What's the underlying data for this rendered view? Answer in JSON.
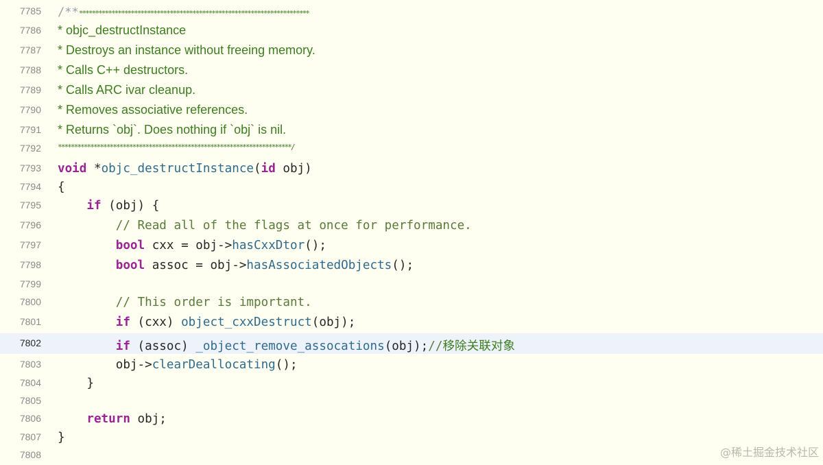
{
  "editor": {
    "current_line": "7802",
    "watermark": "@稀土掘金技术社区",
    "lines": [
      {
        "no": "7785",
        "parts": [
          [
            "slash-gray",
            "/**"
          ],
          [
            "stars",
            "***********************************************************************"
          ]
        ]
      },
      {
        "no": "7786",
        "parts": [
          [
            "doc",
            "* objc_destructInstance"
          ]
        ]
      },
      {
        "no": "7787",
        "parts": [
          [
            "doc",
            "* Destroys an instance without freeing memory."
          ]
        ]
      },
      {
        "no": "7788",
        "parts": [
          [
            "doc",
            "* Calls C++ destructors."
          ]
        ]
      },
      {
        "no": "7789",
        "parts": [
          [
            "doc",
            "* Calls ARC ivar cleanup."
          ]
        ]
      },
      {
        "no": "7790",
        "parts": [
          [
            "doc",
            "* Removes associative references."
          ]
        ]
      },
      {
        "no": "7791",
        "parts": [
          [
            "doc",
            "* Returns `obj`. Does nothing if `obj` is nil."
          ]
        ]
      },
      {
        "no": "7792",
        "parts": [
          [
            "stars",
            "************************************************************************/"
          ]
        ]
      },
      {
        "no": "7793",
        "parts": [
          [
            "kw",
            "void"
          ],
          [
            "",
            " *"
          ],
          [
            "fn",
            "objc_destructInstance"
          ],
          [
            "",
            "("
          ],
          [
            "kw",
            "id"
          ],
          [
            "",
            " obj)"
          ]
        ]
      },
      {
        "no": "7794",
        "parts": [
          [
            "",
            "{"
          ]
        ]
      },
      {
        "no": "7795",
        "parts": [
          [
            "",
            "    "
          ],
          [
            "kw",
            "if"
          ],
          [
            "",
            " (obj) {"
          ]
        ]
      },
      {
        "no": "7796",
        "parts": [
          [
            "",
            "        "
          ],
          [
            "cm",
            "// Read all of the flags at once for performance."
          ]
        ]
      },
      {
        "no": "7797",
        "parts": [
          [
            "",
            "        "
          ],
          [
            "kw",
            "bool"
          ],
          [
            "",
            " cxx = obj->"
          ],
          [
            "fn",
            "hasCxxDtor"
          ],
          [
            "",
            "();"
          ]
        ]
      },
      {
        "no": "7798",
        "parts": [
          [
            "",
            "        "
          ],
          [
            "kw",
            "bool"
          ],
          [
            "",
            " assoc = obj->"
          ],
          [
            "fn",
            "hasAssociatedObjects"
          ],
          [
            "",
            "();"
          ]
        ]
      },
      {
        "no": "7799",
        "parts": []
      },
      {
        "no": "7800",
        "parts": [
          [
            "",
            "        "
          ],
          [
            "cm",
            "// This order is important."
          ]
        ]
      },
      {
        "no": "7801",
        "parts": [
          [
            "",
            "        "
          ],
          [
            "kw",
            "if"
          ],
          [
            "",
            " (cxx) "
          ],
          [
            "fn",
            "object_cxxDestruct"
          ],
          [
            "",
            "(obj);"
          ]
        ]
      },
      {
        "no": "7802",
        "parts": [
          [
            "",
            "        "
          ],
          [
            "kw",
            "if"
          ],
          [
            "",
            " (assoc) "
          ],
          [
            "fn",
            "_object_remove_assocations"
          ],
          [
            "",
            "(obj);"
          ],
          [
            "cm",
            "//"
          ],
          [
            "cm-cn",
            "移除关联对象"
          ]
        ]
      },
      {
        "no": "7803",
        "parts": [
          [
            "",
            "        obj->"
          ],
          [
            "fn",
            "clearDeallocating"
          ],
          [
            "",
            "();"
          ]
        ]
      },
      {
        "no": "7804",
        "parts": [
          [
            "",
            "    }"
          ]
        ]
      },
      {
        "no": "7805",
        "parts": []
      },
      {
        "no": "7806",
        "parts": [
          [
            "",
            "    "
          ],
          [
            "kw",
            "return"
          ],
          [
            "",
            " obj;"
          ]
        ]
      },
      {
        "no": "7807",
        "parts": [
          [
            "",
            "}"
          ]
        ]
      },
      {
        "no": "7808",
        "parts": []
      }
    ]
  }
}
